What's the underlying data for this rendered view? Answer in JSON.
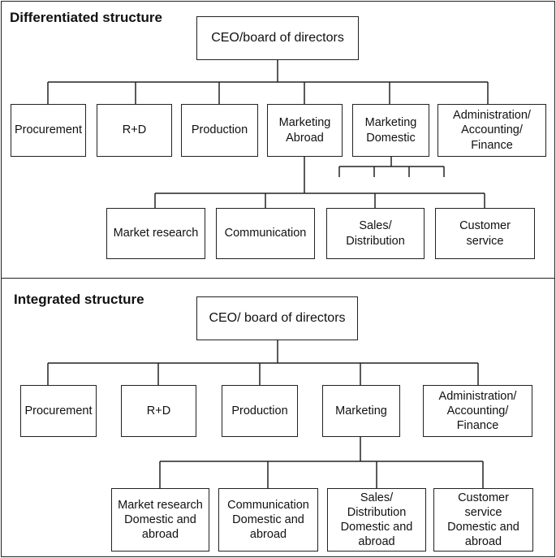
{
  "differentiated": {
    "title": "Differentiated structure",
    "ceo": "CEO/board of directors",
    "departments": [
      "Procurement",
      "R+D",
      "Production",
      "Marketing\nAbroad",
      "Marketing\nDomestic",
      "Administration/\nAccounting/\nFinance"
    ],
    "marketing_units": [
      "Market research",
      "Communication",
      "Sales/\nDistribution",
      "Customer\nservice"
    ]
  },
  "integrated": {
    "title": "Integrated structure",
    "ceo": "CEO/ board of directors",
    "departments": [
      "Procurement",
      "R+D",
      "Production",
      "Marketing",
      "Administration/\nAccounting/\nFinance"
    ],
    "marketing_units": [
      "Market research\nDomestic and\nabroad",
      "Communication\nDomestic and\nabroad",
      "Sales/\nDistribution\nDomestic and\nabroad",
      "Customer\nservice\nDomestic and\nabroad"
    ]
  }
}
